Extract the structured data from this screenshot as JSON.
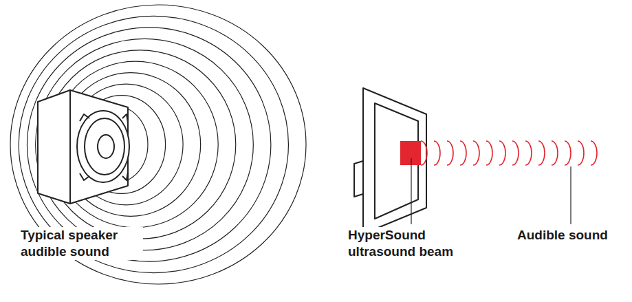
{
  "diagram": {
    "labels": [
      "Typical speaker audible sound",
      "HyperSound ultrasound beam",
      "Audible sound"
    ]
  }
}
